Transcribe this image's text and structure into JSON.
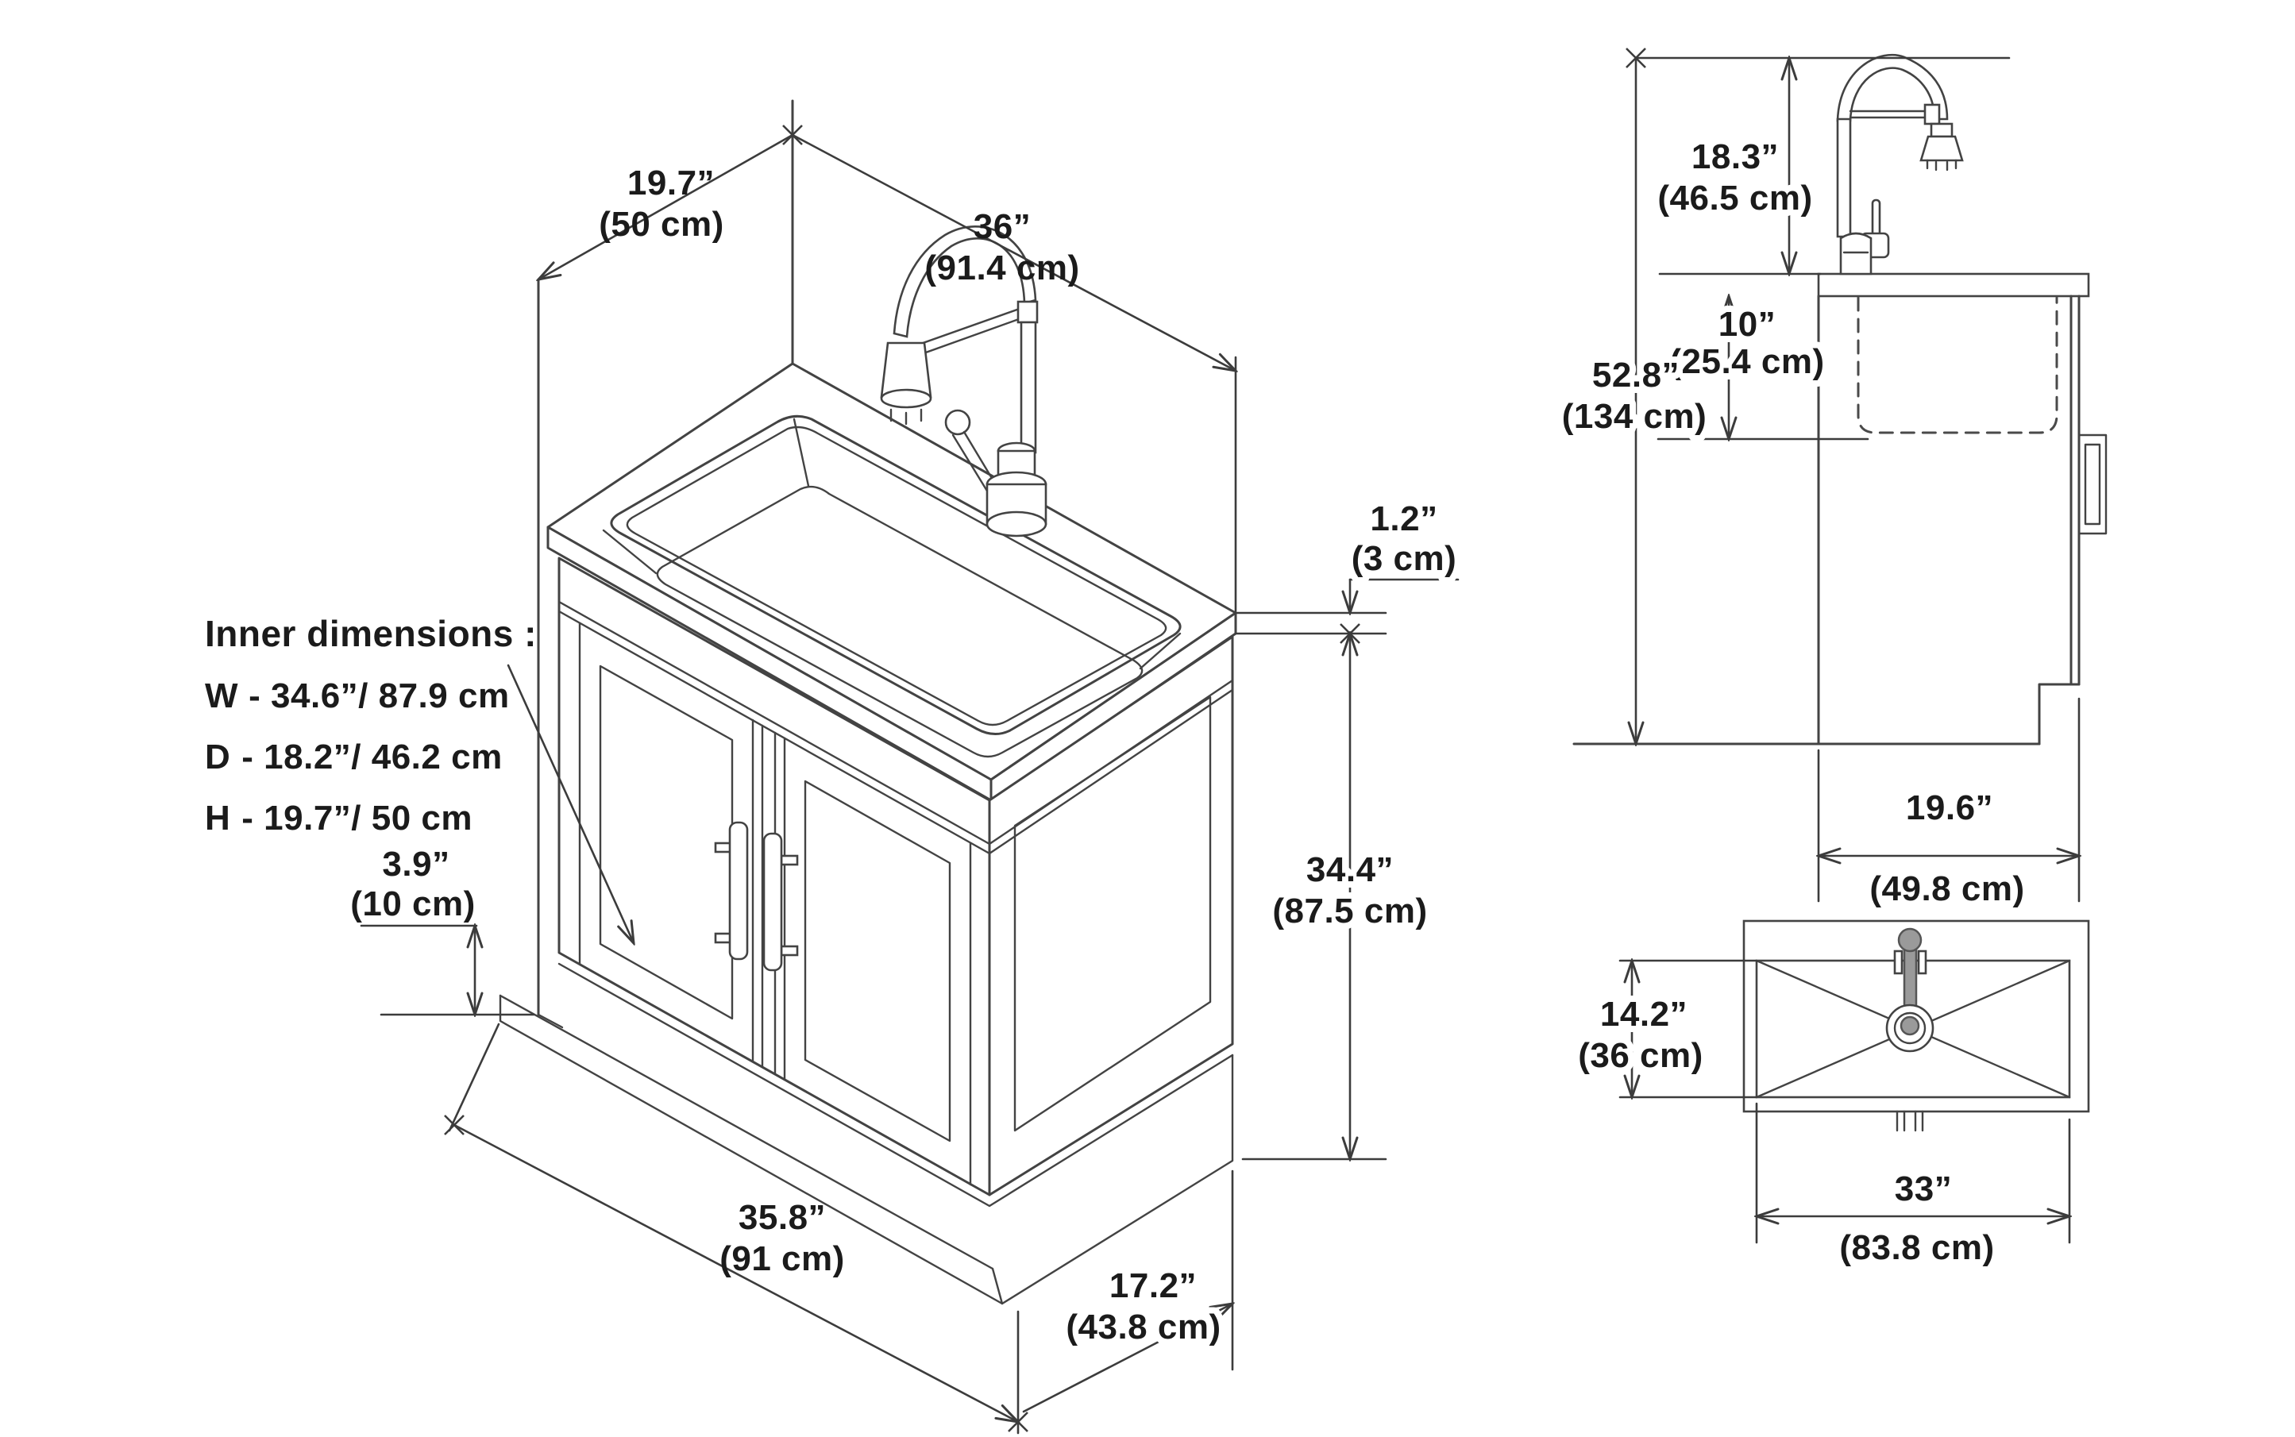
{
  "title": "Utility sink cabinet dimension drawing",
  "colors": {
    "background": "#ffffff",
    "line": "#434343",
    "text": "#1b1b1b",
    "gray_fill": "#9a9a9a"
  },
  "isometric": {
    "dims": {
      "top_depth": {
        "in": "19.7”",
        "cm": "(50 cm)"
      },
      "top_width": {
        "in": "36”",
        "cm": "(91.4 cm)"
      },
      "counter_thickness": {
        "in": "1.2”",
        "cm": "(3 cm)"
      },
      "body_height": {
        "in": "34.4”",
        "cm": "(87.5 cm)"
      },
      "toe_kick_height": {
        "in": "3.9”",
        "cm": "(10 cm)"
      },
      "base_width": {
        "in": "35.8”",
        "cm": "(91 cm)"
      },
      "base_depth": {
        "in": "17.2”",
        "cm": "(43.8 cm)"
      }
    },
    "inner_dimensions": {
      "heading": "Inner dimensions  :",
      "w_label": "W",
      "w_value": "- 34.6”/ 87.9 cm",
      "d_label": "D",
      "d_value": "- 18.2”/ 46.2 cm",
      "h_label": "H",
      "h_value": "- 19.7”/ 50 cm"
    }
  },
  "side_view": {
    "dims": {
      "faucet_height": {
        "in": "18.3”",
        "cm": "(46.5 cm)"
      },
      "bowl_depth": {
        "in": "10”",
        "cm": "(25.4 cm)"
      },
      "overall_height": {
        "in": "52.8”",
        "cm": "(134 cm)"
      },
      "depth": {
        "in": "19.6”",
        "cm": "(49.8 cm)"
      }
    }
  },
  "top_view": {
    "dims": {
      "bowl_front_to_back": {
        "in": "14.2”",
        "cm": "(36 cm)"
      },
      "bowl_width": {
        "in": "33”",
        "cm": "(83.8 cm)"
      }
    }
  }
}
